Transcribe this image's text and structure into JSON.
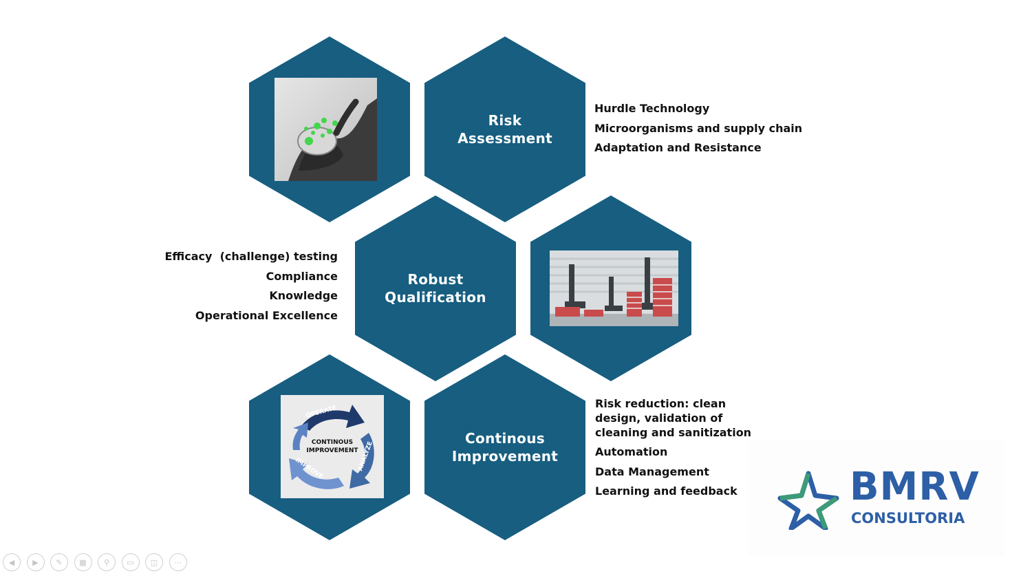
{
  "hexagons": {
    "risk": {
      "line1": "Risk",
      "line2": "Assessment"
    },
    "qualification": {
      "line1": "Robust",
      "line2": "Qualification"
    },
    "improvement": {
      "line1": "Continous",
      "line2": "Improvement"
    }
  },
  "risk_bullets": [
    "Hurdle Technology",
    "Microorganisms and supply chain",
    "Adaptation and Resistance"
  ],
  "qualification_bullets": [
    "Efficacy  (challenge) testing",
    "Compliance",
    "Knowledge",
    "Operational Excellence"
  ],
  "improvement_bullets": [
    "Risk reduction: clean design, validation of cleaning and sanitization",
    "Automation",
    "Data Management",
    "Learning and feedback"
  ],
  "cycle_diagram": {
    "center_line1": "CONTINOUS",
    "center_line2": "IMPROVEMENT",
    "operate": "OPERATE",
    "analyze": "ANALYZE",
    "improve": "IMPROVE"
  },
  "logo": {
    "name": "BMRV",
    "subtitle": "CONSULTORIA"
  },
  "colors": {
    "hexagon": "#175e80",
    "logo_blue": "#2d5fa6",
    "logo_green": "#3d9a7a"
  },
  "toolbar_icons": [
    "previous-icon",
    "next-icon",
    "pen-icon",
    "slides-icon",
    "zoom-icon",
    "subtitles-icon",
    "camera-off-icon",
    "more-icon"
  ]
}
